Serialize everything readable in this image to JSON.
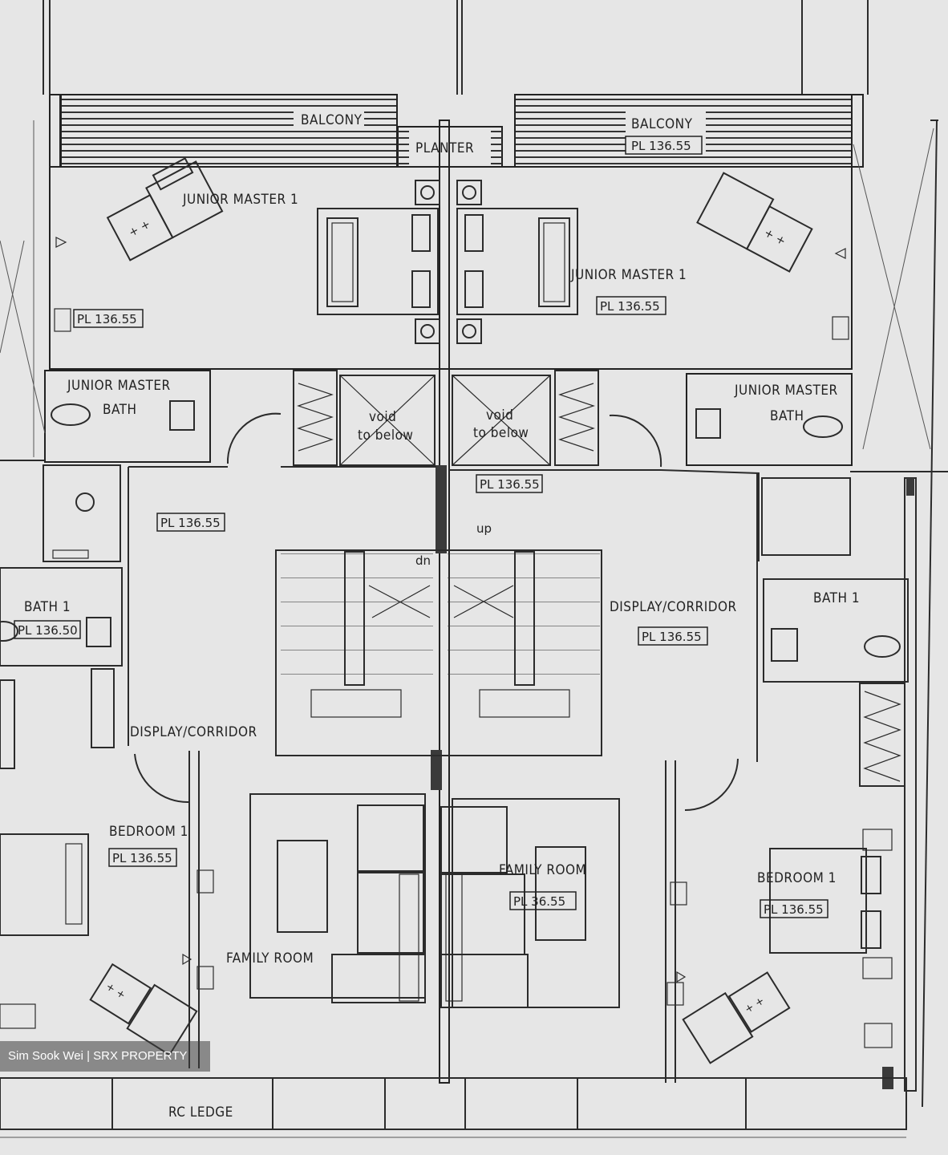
{
  "labels": {
    "balcony_left": "BALCONY",
    "balcony_right": "BALCONY",
    "balcony_right_level": "PL 136.55",
    "planter": "PLANTER",
    "jm1_left": "JUNIOR MASTER 1",
    "jm1_right": "JUNIOR MASTER 1",
    "jm1_left_level": "PL 136.55",
    "jm1_right_level": "PL 136.55",
    "jm_bath_left_1": "JUNIOR MASTER",
    "jm_bath_left_2": "BATH",
    "jm_bath_right_1": "JUNIOR MASTER",
    "jm_bath_right_2": "BATH",
    "void_left_1": "void",
    "void_left_2": "to below",
    "void_right_1": "void",
    "void_right_2": "to below",
    "corridor_left_level": "PL 136.55",
    "corridor_top_level": "PL 136.55",
    "up": "up",
    "dn": "dn",
    "bath1_left": "BATH 1",
    "bath1_left_level": "PL 136.50",
    "bath1_right": "BATH 1",
    "display_left": "DISPLAY/CORRIDOR",
    "display_right": "DISPLAY/CORRIDOR",
    "display_right_level": "PL 136.55",
    "bedroom1_left": "BEDROOM 1",
    "bedroom1_left_level": "PL 136.55",
    "bedroom1_right": "BEDROOM 1",
    "bedroom1_right_level": "PL 136.55",
    "family_left": "FAMILY ROOM",
    "family_right": "FAMILY ROOM",
    "family_right_level": "PL 36.55",
    "rc_ledge": "RC LEDGE"
  },
  "watermark": "Sim Sook Wei | SRX PROPERTY"
}
